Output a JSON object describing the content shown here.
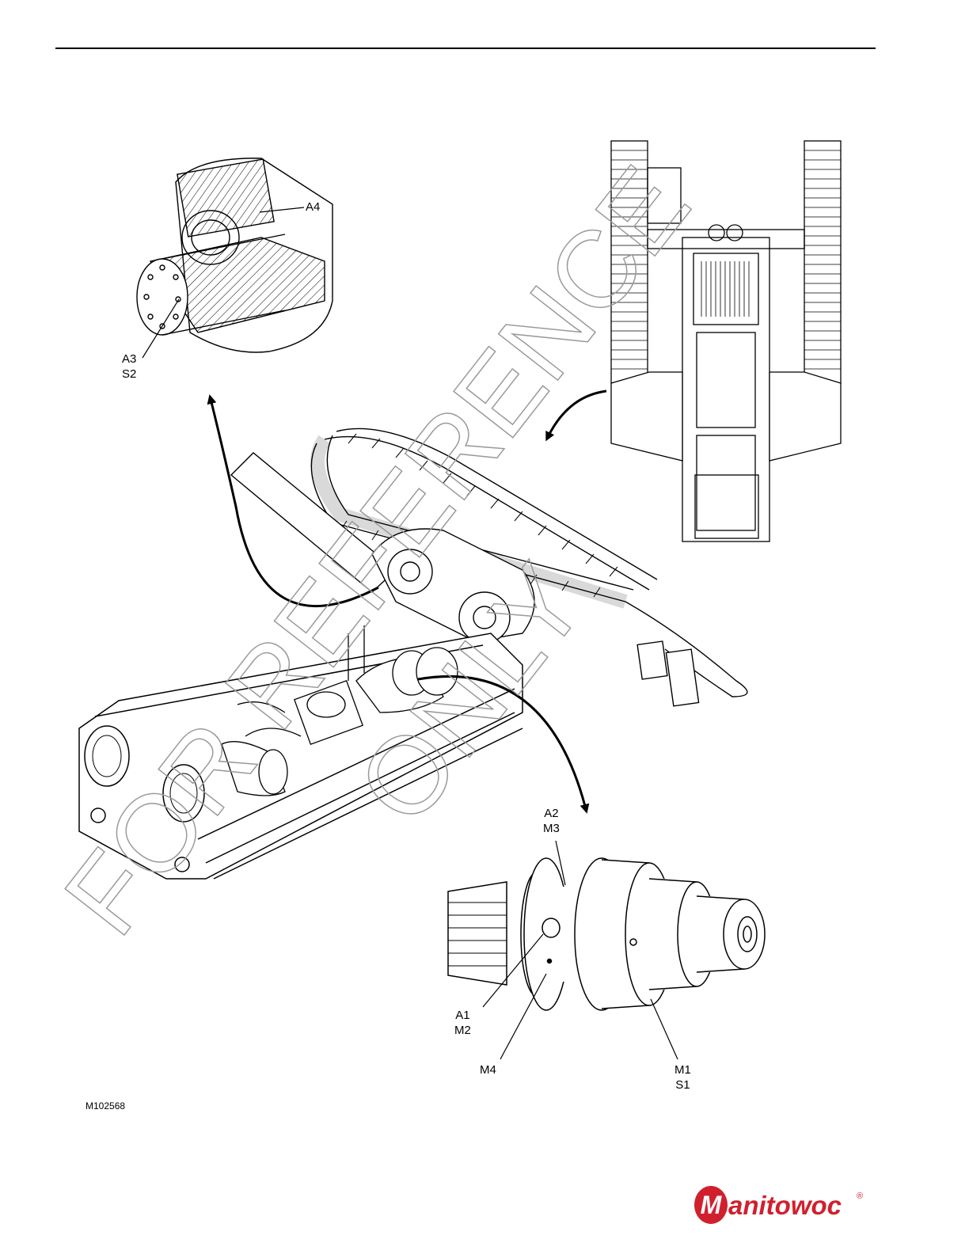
{
  "callouts": {
    "a4": "A4",
    "a3_s2": "A3\nS2",
    "a2_m3": "A2\nM3",
    "a1_m2": "A1\nM2",
    "m4": "M4",
    "m1_s1": "M1\nS1"
  },
  "figure_id": "M102568",
  "watermark": {
    "line1": "FOR REFERENCE",
    "line2": "ONLY"
  },
  "logo": {
    "letter": "M",
    "text": "anitowoc",
    "registered": "®",
    "color": "#d0202e"
  }
}
